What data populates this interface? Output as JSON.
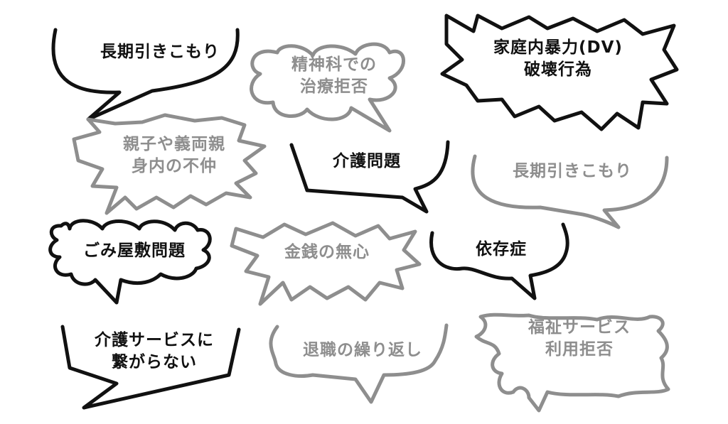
{
  "colors": {
    "background": "#ffffff",
    "dark_text": "#111111",
    "light_text": "#8e8e8e"
  },
  "bubbles": [
    {
      "id": "hikikomori-1",
      "tone": "dark",
      "shape": "speech-bowl",
      "lines": [
        "長期引きこもり"
      ]
    },
    {
      "id": "psychiatry-refusal",
      "tone": "light",
      "shape": "cloud",
      "lines": [
        "精神科での",
        "治療拒否"
      ]
    },
    {
      "id": "domestic-violence",
      "tone": "dark",
      "shape": "spiky-burst",
      "lines": [
        "家庭内暴力(DV)",
        "破壊行為"
      ]
    },
    {
      "id": "family-discord",
      "tone": "light",
      "shape": "spiky-burst",
      "lines": [
        "親子や義両親",
        "身内の不仲"
      ]
    },
    {
      "id": "nursing-care",
      "tone": "dark",
      "shape": "angular-speech",
      "lines": [
        "介護問題"
      ]
    },
    {
      "id": "hikikomori-2",
      "tone": "light",
      "shape": "speech-bowl",
      "lines": [
        "長期引きこもり"
      ]
    },
    {
      "id": "hoarding",
      "tone": "dark",
      "shape": "cloud",
      "lines": [
        "ごみ屋敷問題"
      ]
    },
    {
      "id": "money-demands",
      "tone": "light",
      "shape": "spiky-burst",
      "lines": [
        "金銭の無心"
      ]
    },
    {
      "id": "addiction",
      "tone": "dark",
      "shape": "wavy-speech",
      "lines": [
        "依存症"
      ]
    },
    {
      "id": "care-services-unreached",
      "tone": "dark",
      "shape": "angular-speech",
      "lines": [
        "介護サービスに",
        "繋がらない"
      ]
    },
    {
      "id": "repeated-job-quitting",
      "tone": "light",
      "shape": "wavy-speech",
      "lines": [
        "退職の繰り返し"
      ]
    },
    {
      "id": "welfare-refusal",
      "tone": "light",
      "shape": "wavy-rect",
      "lines": [
        "福祉サービス",
        "利用拒否"
      ]
    }
  ]
}
